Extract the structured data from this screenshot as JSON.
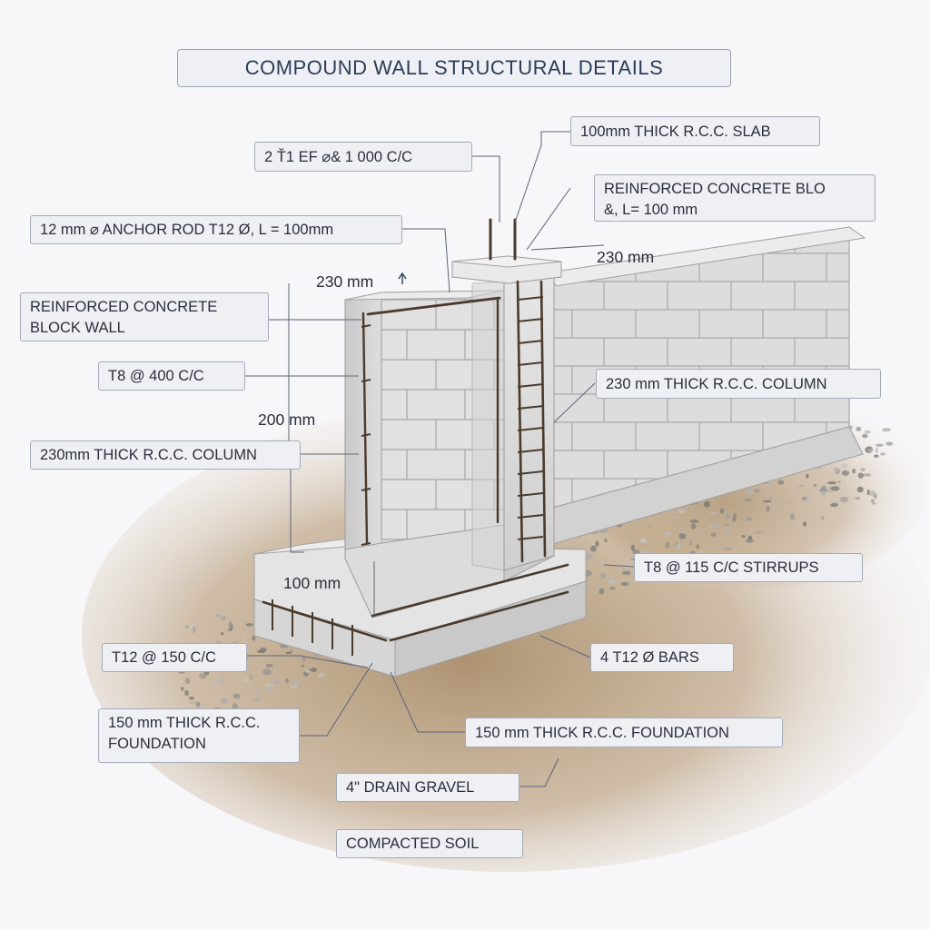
{
  "title": "COMPOUND WALL STRUCTURAL DETAILS",
  "labels": {
    "rcc_slab": "100mm THICK R.C.C. SLAB",
    "ef_rebar": "2 Ť1 EF ⌀& 1 000 C/C",
    "reinforced_block_top": [
      "REINFORCED CONCRETE BLO",
      "&, L= 100 mm"
    ],
    "anchor_rod": "12 mm ⌀ ANCHOR ROD T12 Ø, L = 100mm",
    "block_wall": [
      "REINFORCED CONCRETE",
      "BLOCK WALL"
    ],
    "t8_400": "T8 @ 400 C/C",
    "column_right": "230 mm THICK R.C.C. COLUMN",
    "column_left": "230mm THICK R.C.C. COLUMN",
    "stirrups": "T8 @ 115 C/C STIRRUPS",
    "t12_150": "T12 @ 150 C/C",
    "bars": "4 T12 Ø BARS",
    "foundation_left": [
      "150 mm THICK R.C.C.",
      "FOUNDATION"
    ],
    "foundation_right": "150 mm THICK R.C.C. FOUNDATION",
    "drain_gravel": "4\" DRAIN GRAVEL",
    "compacted_soil": "COMPACTED SOIL"
  },
  "dimensions": {
    "top_230": "230 mm",
    "right_230": "230 mm",
    "height_200": "200 mm",
    "base_100": "100 mm"
  },
  "colors": {
    "label_fill": "#eef0f4",
    "label_border": "#a3abb9",
    "leader": "#5b6478",
    "concrete": "#dadada",
    "rebar": "#4a3a2c",
    "soil": "#b59b78",
    "title_text": "#2d3c57"
  }
}
